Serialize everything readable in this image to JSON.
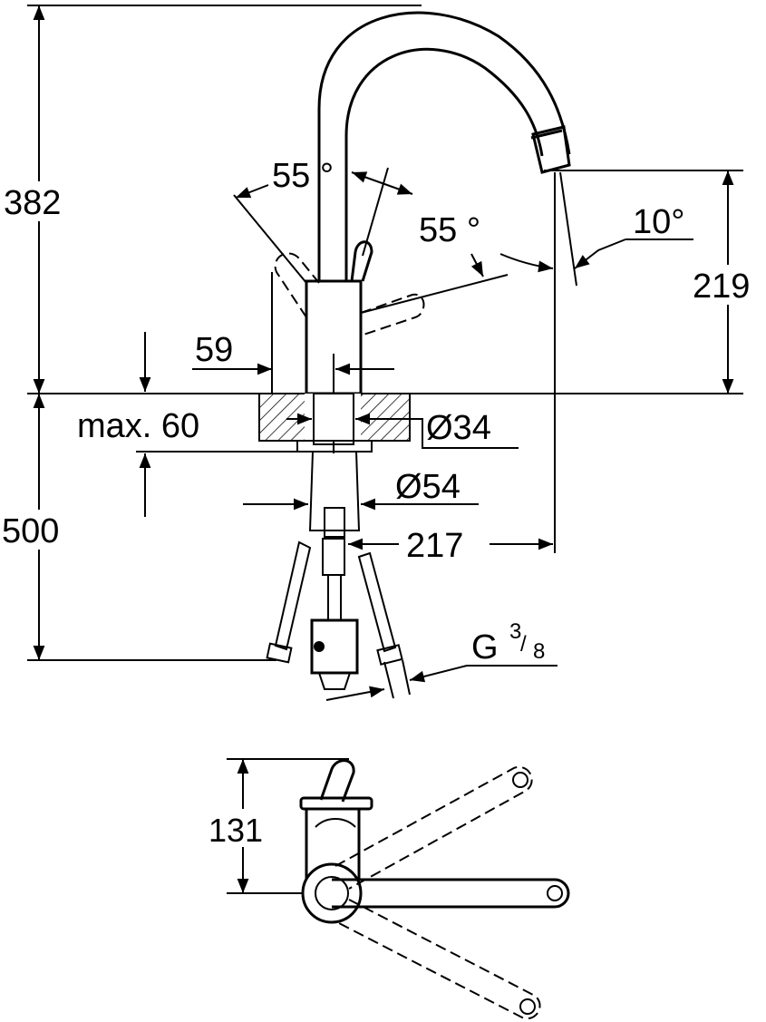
{
  "drawing": {
    "dimensions": {
      "total_height": "382",
      "below_counter": "500",
      "spout_height": "219",
      "reach": "217",
      "lever_angle_left": "55 °",
      "lever_angle_right": "55 °",
      "spout_tilt": "10°",
      "lever_offset": "59",
      "max_deck": "max. 60",
      "body_diameter": "Ø34",
      "hole_diameter": "Ø54",
      "thread_main": "G",
      "thread_num": "3",
      "thread_den": "8",
      "plan_depth": "131"
    }
  }
}
